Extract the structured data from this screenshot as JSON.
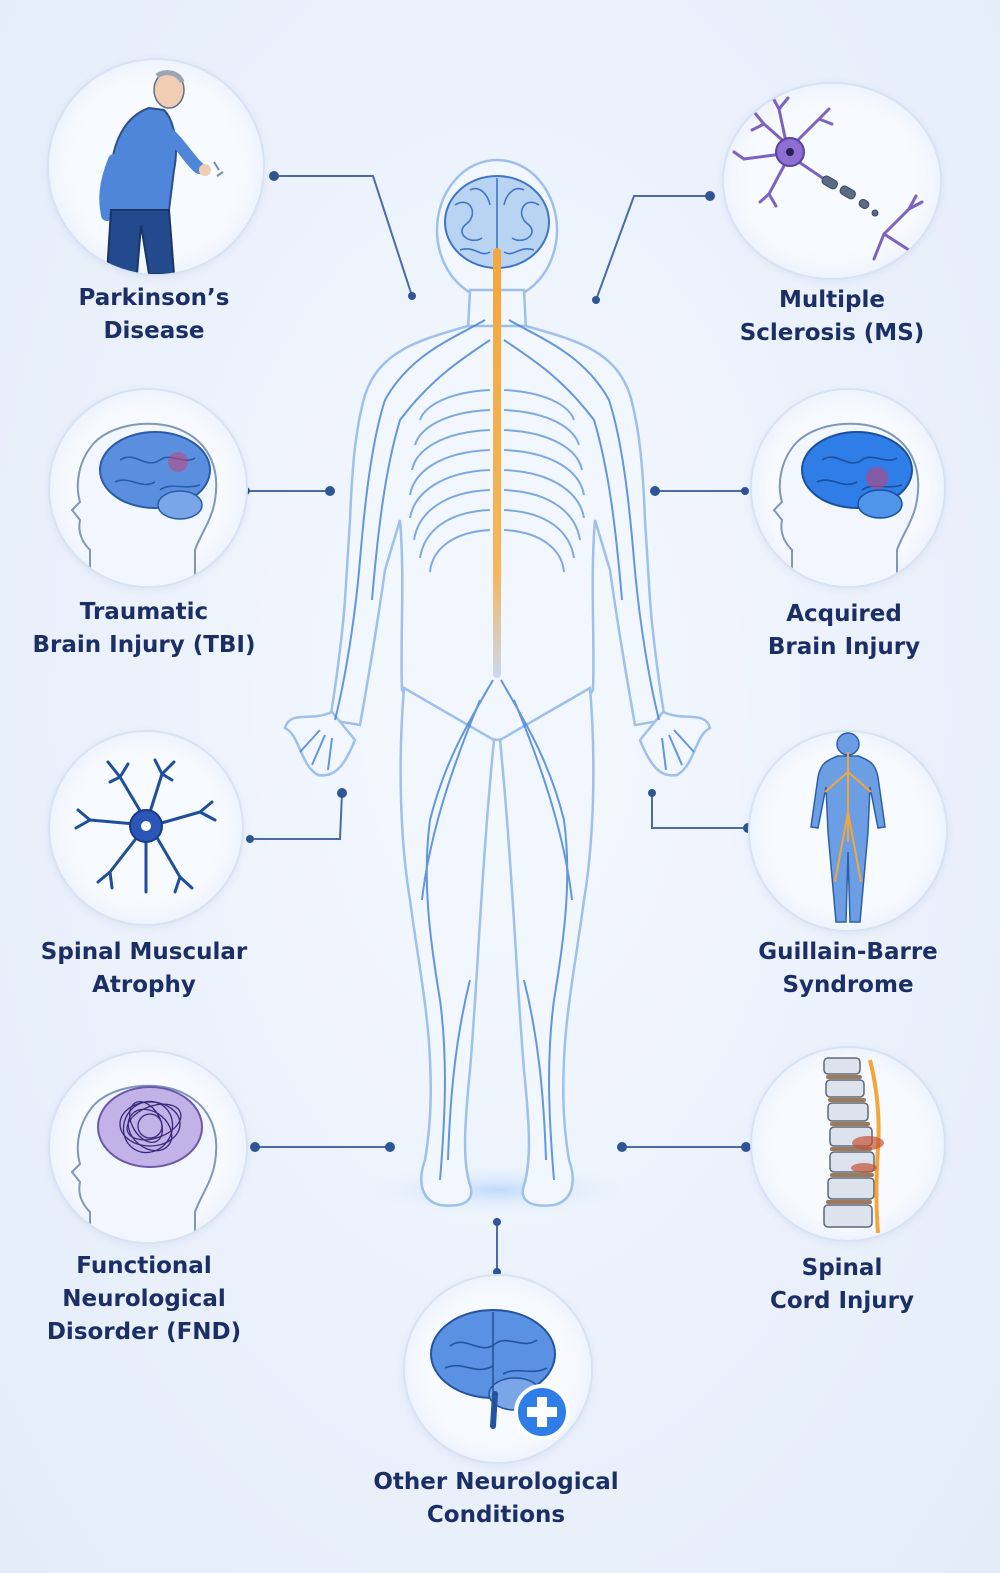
{
  "conditions": {
    "parkinsons": {
      "line1": "Parkinson’s",
      "line2": "Disease",
      "icon": "parkinsons-person-icon"
    },
    "ms": {
      "line1": "Multiple",
      "line2": "Sclerosis (MS)",
      "icon": "neuron-icon"
    },
    "tbi": {
      "line1": "Traumatic",
      "line2": "Brain Injury (TBI)",
      "icon": "injured-brain-head-icon"
    },
    "abi": {
      "line1": "Acquired",
      "line2": "Brain Injury",
      "icon": "injured-brain-head-icon"
    },
    "sma": {
      "line1": "Spinal Muscular",
      "line2": "Atrophy",
      "icon": "motor-neuron-icon"
    },
    "gbs": {
      "line1": "Guillain-Barre",
      "line2": "Syndrome",
      "icon": "nervous-body-icon"
    },
    "fnd": {
      "line1": "Functional",
      "line2": "Neurological",
      "line3": "Disorder (FND)",
      "icon": "tangled-brain-head-icon"
    },
    "sci": {
      "line1": "Spinal",
      "line2": "Cord Injury",
      "icon": "spine-icon"
    },
    "other": {
      "line1": "Other Neurological",
      "line2": "Conditions",
      "icon": "brain-plus-icon"
    }
  },
  "colors": {
    "nerve": "#4a86d8",
    "spinal_cord": "#f3a73b",
    "label": "#1b2f66",
    "connector": "#4c6aa6",
    "circle_border": "#d7e3f3"
  }
}
